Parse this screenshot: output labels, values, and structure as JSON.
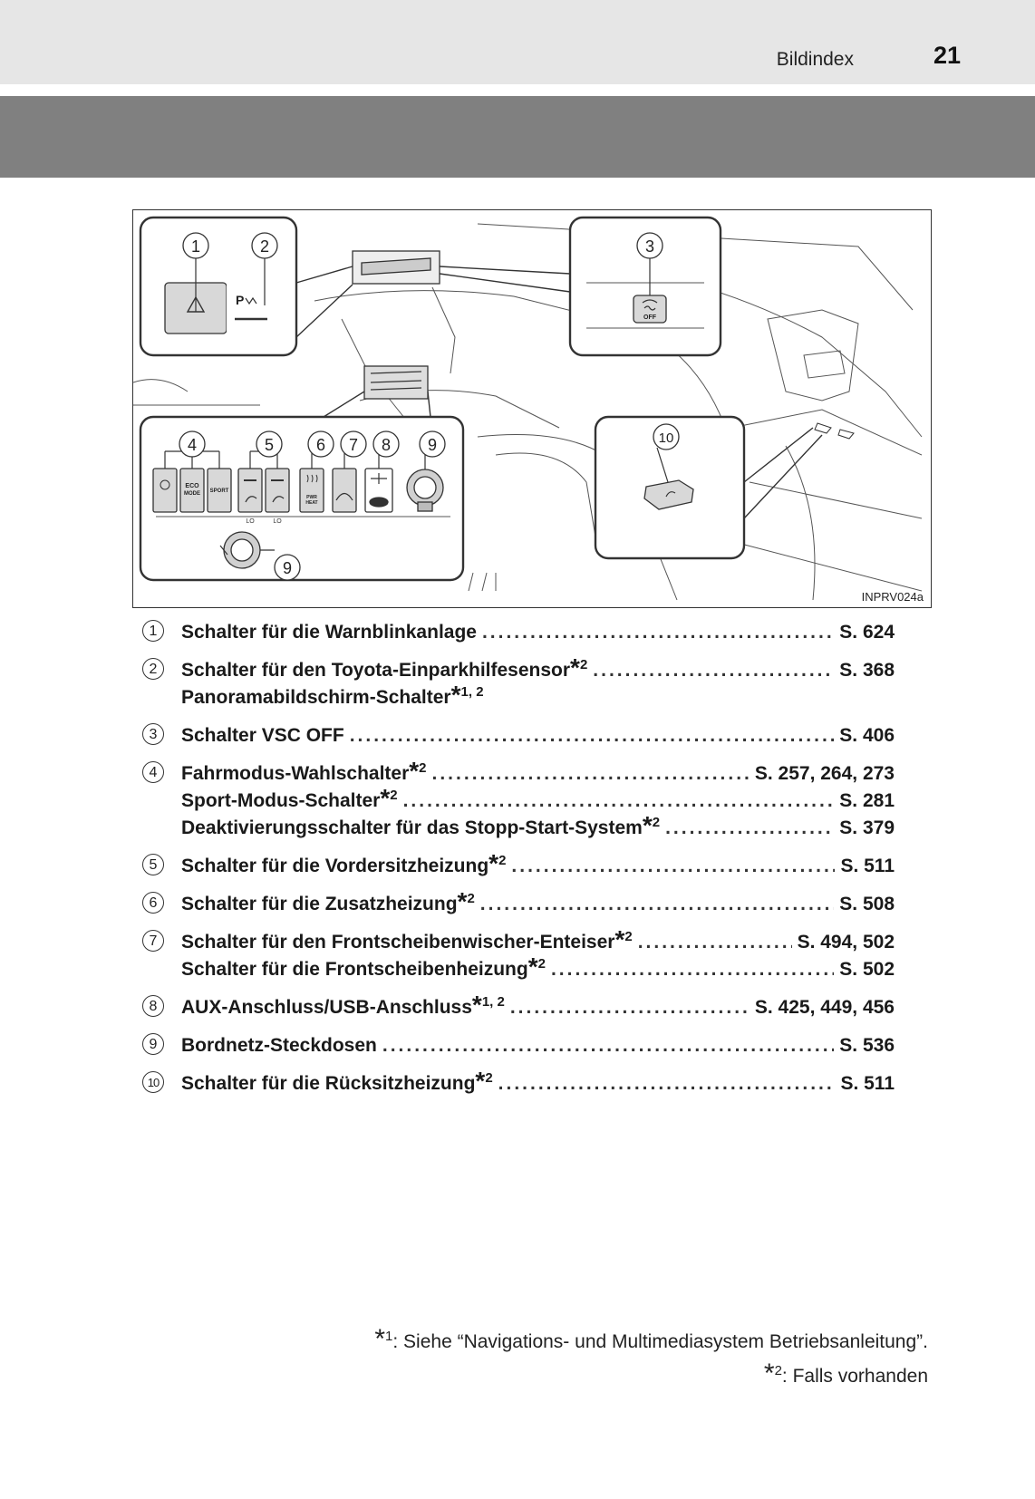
{
  "header": {
    "section": "Bildindex",
    "page_number": "21"
  },
  "figure": {
    "code": "INPRV024a",
    "callouts": [
      "1",
      "2",
      "3",
      "4",
      "5",
      "6",
      "7",
      "8",
      "9",
      "10",
      "9"
    ],
    "button_labels": {
      "eco": "ECO",
      "mode": "MODE",
      "sport": "SPORT",
      "off": "OFF",
      "lo": "LO",
      "pwr": "PWR",
      "heat": "HEAT"
    }
  },
  "entries": [
    {
      "num": "1",
      "lines": [
        {
          "label": "Schalter für die Warnblinkanlage",
          "note": "",
          "page": "S. 624"
        }
      ]
    },
    {
      "num": "2",
      "lines": [
        {
          "label": "Schalter für den Toyota-Einparkhilfesensor",
          "note": "2",
          "page": "S. 368"
        },
        {
          "label": "Panoramabildschirm-Schalter",
          "note": "1, 2",
          "page": ""
        }
      ]
    },
    {
      "num": "3",
      "lines": [
        {
          "label": "Schalter VSC OFF",
          "note": "",
          "page": "S. 406"
        }
      ]
    },
    {
      "num": "4",
      "lines": [
        {
          "label": "Fahrmodus-Wahlschalter",
          "note": "2",
          "page": "S. 257, 264, 273"
        },
        {
          "label": "Sport-Modus-Schalter",
          "note": "2",
          "page": "S. 281"
        },
        {
          "label": "Deaktivierungsschalter für das Stopp-Start-System",
          "note": "2",
          "page": "S. 379"
        }
      ]
    },
    {
      "num": "5",
      "lines": [
        {
          "label": "Schalter für die Vordersitzheizung",
          "note": "2",
          "page": "S. 511"
        }
      ]
    },
    {
      "num": "6",
      "lines": [
        {
          "label": "Schalter für die Zusatzheizung",
          "note": "2",
          "page": "S. 508"
        }
      ]
    },
    {
      "num": "7",
      "lines": [
        {
          "label": "Schalter für den Frontscheibenwischer-Enteiser",
          "note": "2",
          "page": "S. 494, 502"
        },
        {
          "label": "Schalter für die Frontscheibenheizung",
          "note": "2",
          "page": "S. 502"
        }
      ]
    },
    {
      "num": "8",
      "lines": [
        {
          "label": "AUX-Anschluss/USB-Anschluss",
          "note": "1, 2",
          "page": "S. 425, 449, 456"
        }
      ]
    },
    {
      "num": "9",
      "lines": [
        {
          "label": "Bordnetz-Steckdosen",
          "note": "",
          "page": "S. 536"
        }
      ]
    },
    {
      "num": "10",
      "lines": [
        {
          "label": "Schalter für die Rücksitzheizung",
          "note": "2",
          "page": "S. 511"
        }
      ]
    }
  ],
  "footnotes": [
    {
      "mark": "1",
      "text": ": Siehe “Navigations- und Multimediasystem Betriebsanleitung”."
    },
    {
      "mark": "2",
      "text": ": Falls vorhanden"
    }
  ]
}
